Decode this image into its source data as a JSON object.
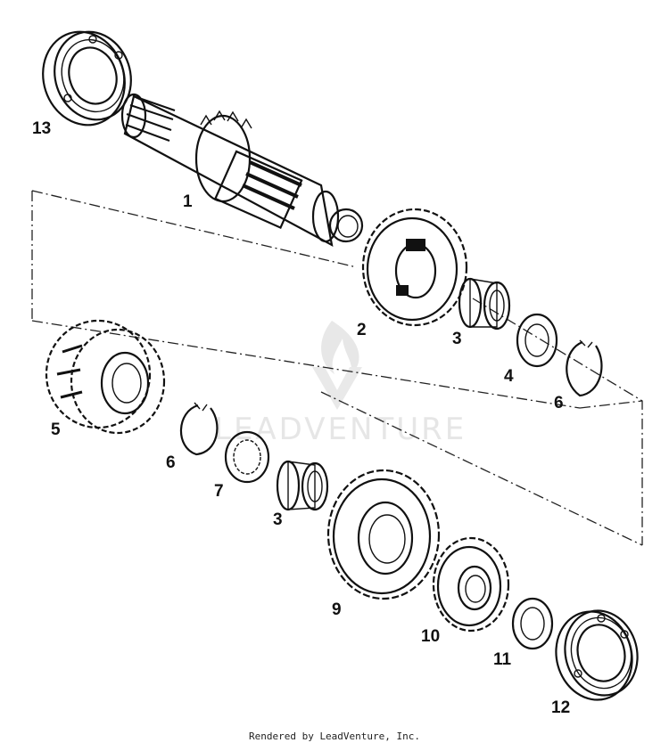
{
  "watermark": {
    "text": "LEADVENTURE"
  },
  "parts": [
    {
      "id": "1",
      "label": "1"
    },
    {
      "id": "2",
      "label": "2"
    },
    {
      "id": "3a",
      "label": "3"
    },
    {
      "id": "4",
      "label": "4"
    },
    {
      "id": "6a",
      "label": "6"
    },
    {
      "id": "5",
      "label": "5"
    },
    {
      "id": "6b",
      "label": "6"
    },
    {
      "id": "7",
      "label": "7"
    },
    {
      "id": "3b",
      "label": "3"
    },
    {
      "id": "9",
      "label": "9"
    },
    {
      "id": "10",
      "label": "10"
    },
    {
      "id": "11",
      "label": "11"
    },
    {
      "id": "12",
      "label": "12"
    },
    {
      "id": "13",
      "label": "13"
    }
  ],
  "footer": {
    "text": "Rendered by LeadVenture, Inc."
  }
}
